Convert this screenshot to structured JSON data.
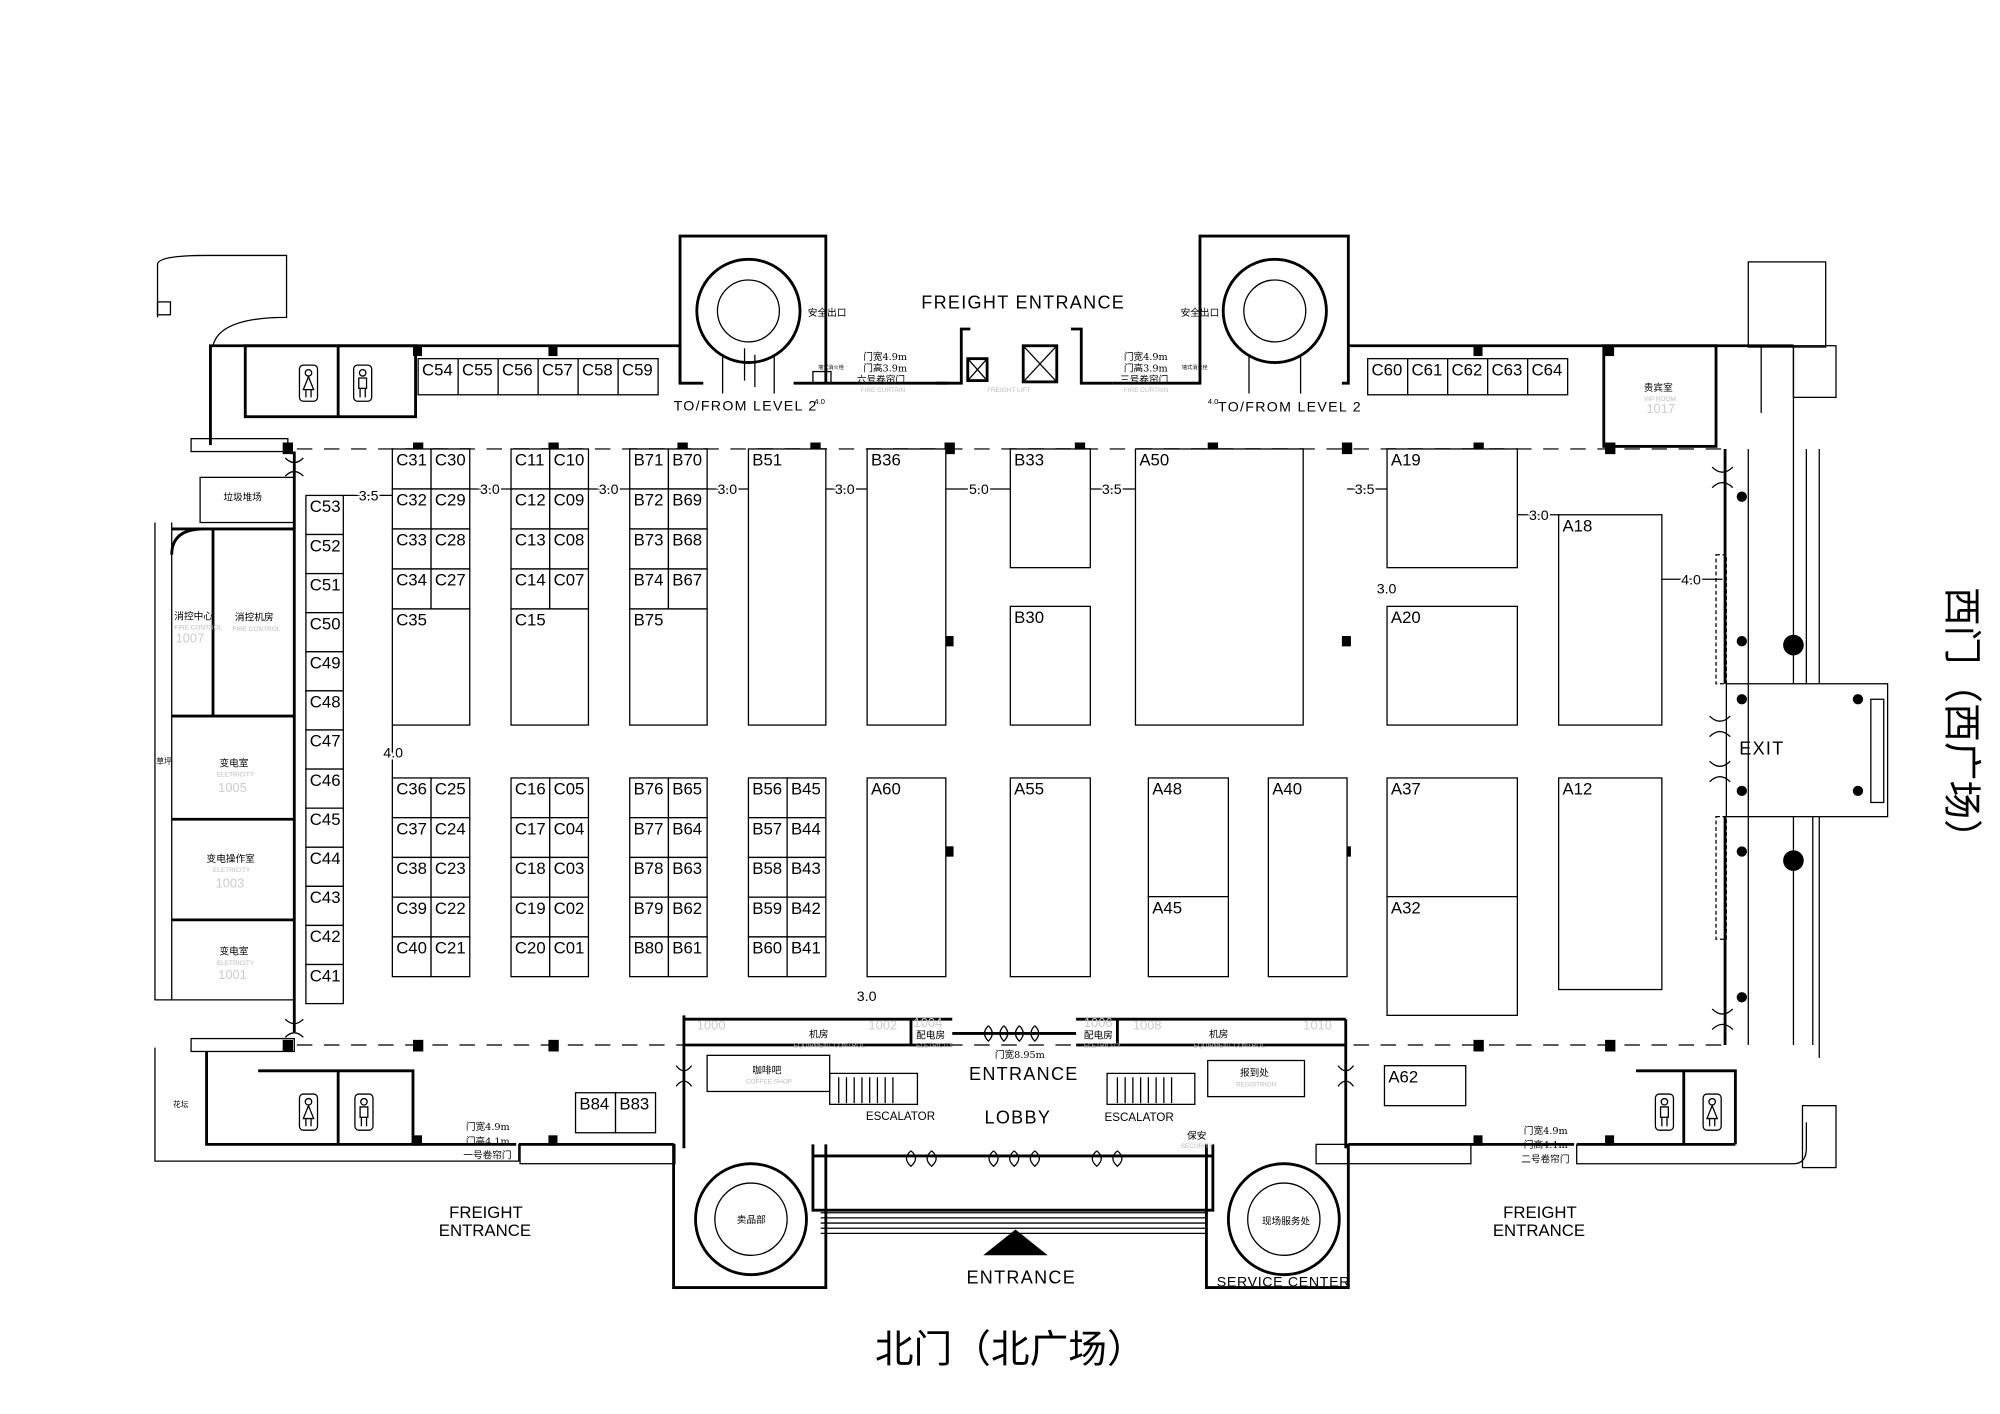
{
  "booths": [
    "C54",
    "C55",
    "C56",
    "C57",
    "C58",
    "C59",
    "C60",
    "C61",
    "C62",
    "C63",
    "C64",
    "C53",
    "C52",
    "C51",
    "C50",
    "C49",
    "C48",
    "C47",
    "C46",
    "C45",
    "C44",
    "C43",
    "C42",
    "C41",
    "C31",
    "C30",
    "C32",
    "C29",
    "C33",
    "C28",
    "C34",
    "C27",
    "C35",
    "C11",
    "C10",
    "C12",
    "C09",
    "C13",
    "C08",
    "C14",
    "C07",
    "C15",
    "B71",
    "B70",
    "B72",
    "B69",
    "B73",
    "B68",
    "B74",
    "B67",
    "B75",
    "B51",
    "B36",
    "B33",
    "B30",
    "A50",
    "A19",
    "A20",
    "A18",
    "C36",
    "C25",
    "C37",
    "C24",
    "C38",
    "C23",
    "C39",
    "C22",
    "C40",
    "C21",
    "C16",
    "C05",
    "C17",
    "C04",
    "C18",
    "C03",
    "C19",
    "C02",
    "C20",
    "C01",
    "B76",
    "B65",
    "B77",
    "B64",
    "B78",
    "B63",
    "B79",
    "B62",
    "B80",
    "B61",
    "B56",
    "B45",
    "B57",
    "B44",
    "B58",
    "B43",
    "B59",
    "B42",
    "B60",
    "B41",
    "A60",
    "A55",
    "A48",
    "A45",
    "A40",
    "A37",
    "A32",
    "A12",
    "A62",
    "B84",
    "B83"
  ],
  "aisle_widths": {
    "a1": "3.5",
    "a2": "3.0",
    "a3": "3.0",
    "a4": "3.0",
    "a5": "3.0",
    "a6": "5.0",
    "a7": "3.5",
    "a8": "3.5",
    "a9": "3.0",
    "a10": "3.0",
    "a11": "4.0",
    "a12": "4.0",
    "a13": "3.0",
    "a14": "4.0",
    "a15": "4.0"
  },
  "labels": {
    "freight_entrance_top": "FREIGHT  ENTRANCE",
    "to_from_level2": "TO/FROM  LEVEL  2",
    "safety_exit": "安全出口",
    "door_width_49": "门宽4.9m",
    "door_height_39": "门高3.9m",
    "door_height_41": "门高4.1m",
    "shutter6": "六号卷帘门",
    "shutter3": "三号卷帘门",
    "shutter1": "一号卷帘门",
    "shutter2": "二号卷帘门",
    "fire_curtain": "FIRE CURTAIN",
    "freight_lift": "FREIGHT LIFT",
    "hydrant": "墙式消火栓",
    "equipment_room": "机房",
    "equipment_control": "EQUIPMENT CONTROL",
    "power_room": "配电房",
    "electricity": "ELETRICITY",
    "r1000": "1000",
    "r1002": "1002",
    "r1004": "1004",
    "r1006": "1006",
    "r1008": "1008",
    "r1010": "1010",
    "door_width_895": "门宽8.95m",
    "entrance": "ENTRANCE",
    "lobby": "LOBBY",
    "escalator": "ESCALATOR",
    "coffee_cn": "咖啡吧",
    "coffee_en": "COFFEE SHOP",
    "reg_cn": "报到处",
    "reg_en": "REGISTRION",
    "security_cn": "保安",
    "security_en": "SECURITY",
    "shop_cn": "卖品部",
    "service_cn": "现场服务处",
    "service_en": "SERVICE  CENTER",
    "entrance_bottom": "ENTRANCE",
    "north_gate": "北门（北广场）",
    "west_gate": "西门（西广场）",
    "exit": "EXIT",
    "vip_cn": "贵宾室",
    "vip_en": "VIP ROOM",
    "vip_num": "1017",
    "garbage": "垃圾堆场",
    "fire_center_cn": "消控中心",
    "fire_room_cn": "消控机房",
    "fire_en": "FIRE CONTROL",
    "fire_num": "1007",
    "sub_cn": "变电室",
    "sub_num1": "1005",
    "sub_num2": "1001",
    "subop_cn": "变电操作室",
    "subop_num": "1003",
    "lawn": "草坪",
    "flowerbed": "花坛",
    "freight_entrance_l1": "FREIGHT",
    "freight_entrance_l2": "ENTRANCE"
  }
}
